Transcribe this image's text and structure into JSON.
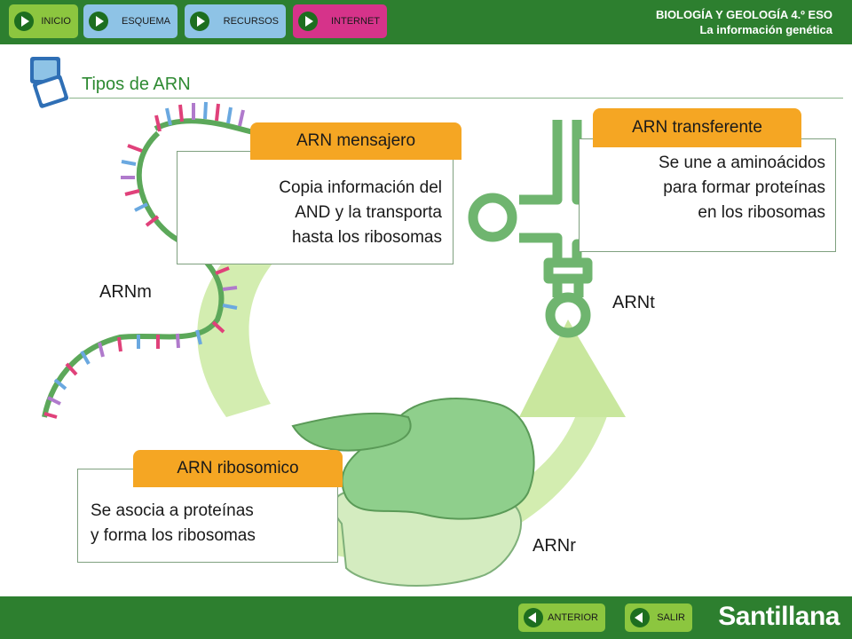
{
  "nav": {
    "buttons": [
      {
        "label": "INICIO",
        "color": "#8cc63f"
      },
      {
        "label": "ESQUEMA",
        "color": "#8ec3e6"
      },
      {
        "label": "RECURSOS",
        "color": "#8ec3e6"
      },
      {
        "label": "INTERNET",
        "color": "#d6338a"
      }
    ]
  },
  "header": {
    "course": "BIOLOGÍA Y GEOLOGÍA 4.º ESO",
    "unit": "La información genética"
  },
  "page": {
    "title": "Tipos de ARN"
  },
  "mensajero": {
    "tab": "ARN mensajero",
    "lines": [
      "Copia información del",
      "AND y la transporta",
      "hasta los ribosomas"
    ],
    "label": "ARNm"
  },
  "transferente": {
    "tab": "ARN transferente",
    "lines": [
      "Se une a aminoácidos",
      "para formar proteínas",
      "en los ribosomas"
    ],
    "label": "ARNt"
  },
  "ribosomico": {
    "tab": "ARN ribosomico",
    "lines": [
      "Se asocia a proteínas",
      "y  forma los ribosomas"
    ],
    "label": "ARNr"
  },
  "footer": {
    "anterior": "ANTERIOR",
    "salir": "SALIR",
    "brand": "Santillana"
  },
  "colors": {
    "bar": "#2d7f2f",
    "tab": "#f5a623",
    "arrow": "#d3edb0",
    "rna": "#7fba7a"
  }
}
